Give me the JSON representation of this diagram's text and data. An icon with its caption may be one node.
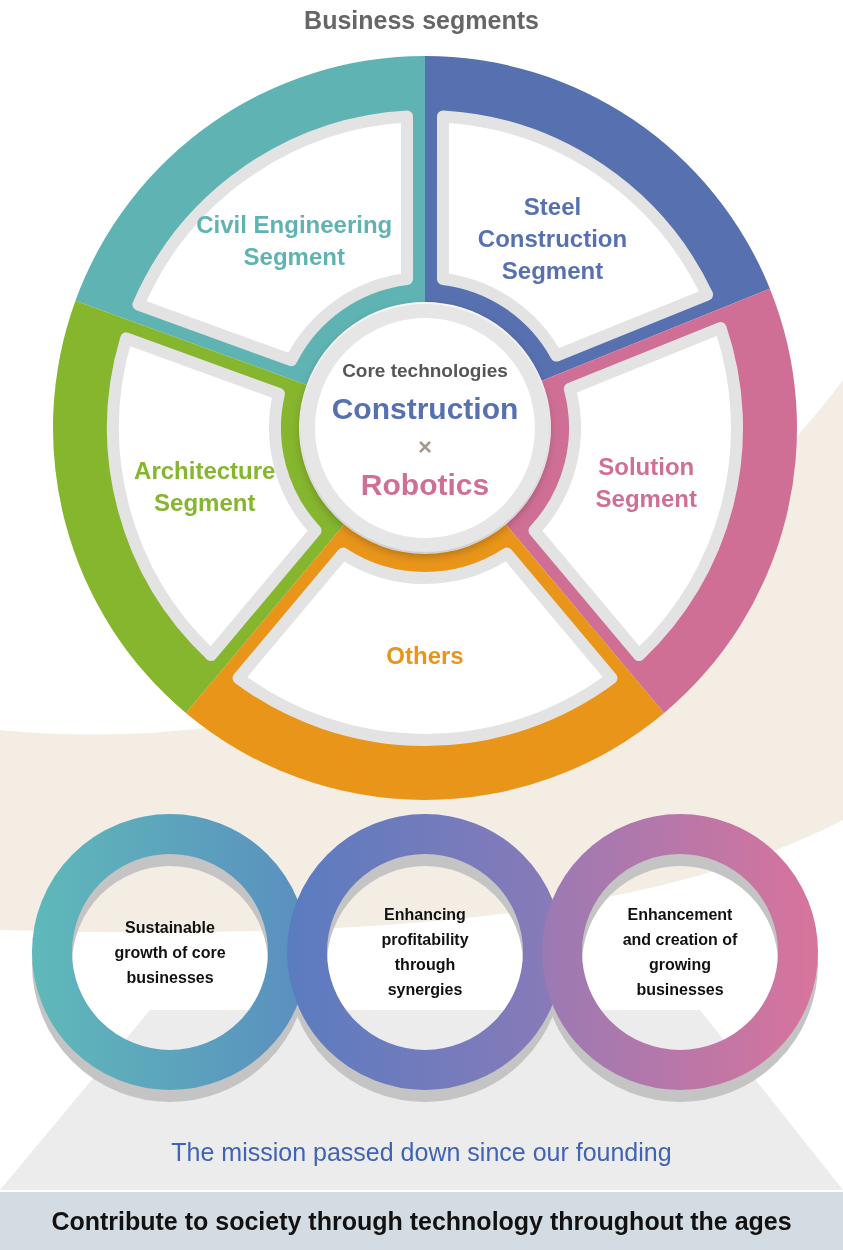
{
  "diagram": {
    "title": "Business segments",
    "nodes": [
      {
        "text": [
          "Civil Engineering Segment"
        ]
      },
      {
        "text": [
          "Steel Construction Segment"
        ]
      },
      {
        "text": [
          "Solution Segment"
        ]
      },
      {
        "text": [
          "Others"
        ]
      },
      {
        "text": [
          "Architecture Segment"
        ]
      },
      {
        "text": [
          "Core technologies",
          "Construction",
          "×",
          "Robotics"
        ]
      },
      {
        "text": [
          "Sustainable growth of core businesses"
        ]
      },
      {
        "text": [
          "Enhancing profitability through synergies"
        ]
      },
      {
        "text": [
          "Enhancement and creation of growing businesses"
        ]
      },
      {
        "text": [
          "Contribute to society through technology throughout the ages"
        ]
      }
    ],
    "edges": [],
    "labels": [
      "The mission passed down since our founding"
    ]
  }
}
